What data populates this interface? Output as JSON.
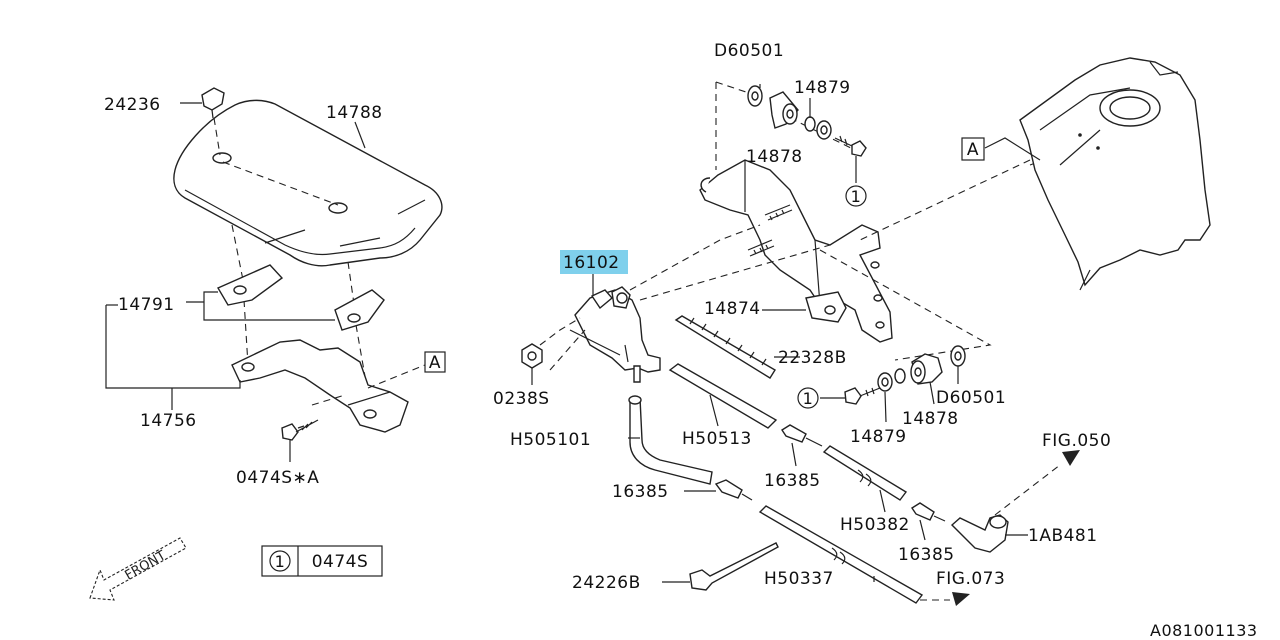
{
  "labels": {
    "p24236": "24236",
    "p14788": "14788",
    "p14791": "14791",
    "p14756": "14756",
    "p0474sa": "0474S∗A",
    "pD60501_top": "D60501",
    "p14879_top": "14879",
    "p14878_top": "14878",
    "p16102": "16102",
    "p14874": "14874",
    "p22328b": "22328B",
    "p0238s": "0238S",
    "pD60501_bot": "D60501",
    "p14878_bot": "14878",
    "p14879_bot": "14879",
    "pH505101": "H505101",
    "pH50513": "H50513",
    "p16385_a": "16385",
    "p16385_b": "16385",
    "pH50382": "H50382",
    "p16385_c": "16385",
    "p1ab481": "1AB481",
    "fig050": "FIG.050",
    "fig073": "FIG.073",
    "p24226b": "24226B",
    "pH50337": "H50337",
    "ref_a_left": "A",
    "ref_a_right": "A",
    "legend_num": "1",
    "legend_part": "0474S",
    "callout_1_top": "1",
    "callout_1_bot": "1",
    "front": "FRONT",
    "diagram_id": "A081001133"
  },
  "colors": {
    "highlight": "#7fd0ec",
    "ink": "#222222"
  }
}
